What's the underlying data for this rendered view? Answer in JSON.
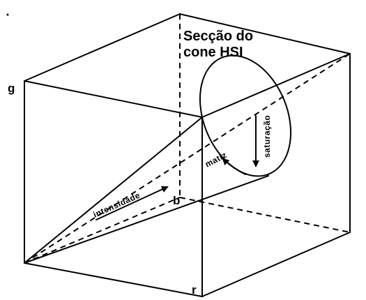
{
  "diagram": {
    "title_line1": "Secção do",
    "title_line2": "cone HSI",
    "axes": {
      "g": "g",
      "r": "r",
      "b": "b"
    },
    "labels": {
      "intensity": "intensidade",
      "hue": "matiz",
      "saturation": "saturação"
    }
  }
}
